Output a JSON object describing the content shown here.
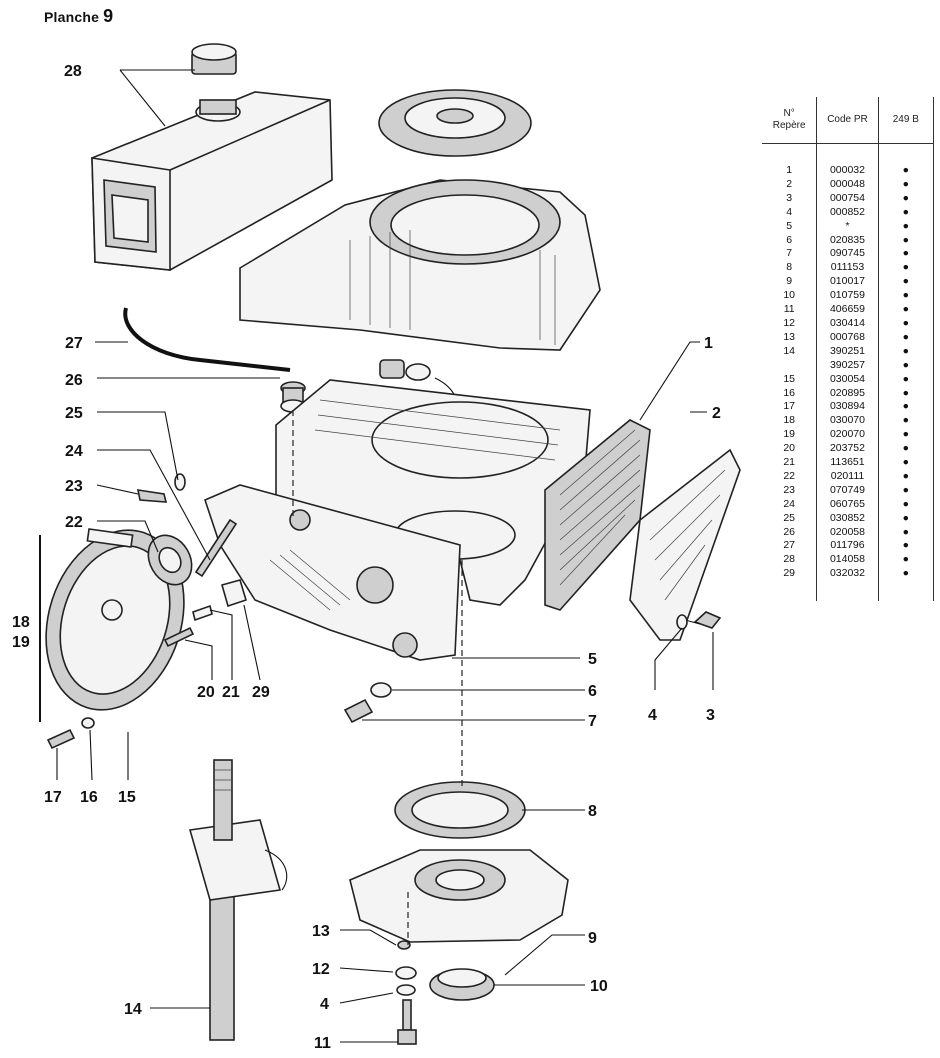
{
  "page": {
    "title": "Planche",
    "number": "9"
  },
  "table": {
    "headers": {
      "rep_line1": "N°",
      "rep_line2": "Repère",
      "code": "Code PR",
      "model": "249 B"
    },
    "rows": [
      {
        "rep": "1",
        "code": "000032",
        "mark": "●"
      },
      {
        "rep": "2",
        "code": "000048",
        "mark": "●"
      },
      {
        "rep": "3",
        "code": "000754",
        "mark": "●"
      },
      {
        "rep": "4",
        "code": "000852",
        "mark": "●"
      },
      {
        "rep": "5",
        "code": "*",
        "mark": "●"
      },
      {
        "rep": "6",
        "code": "020835",
        "mark": "●"
      },
      {
        "rep": "7",
        "code": "090745",
        "mark": "●"
      },
      {
        "rep": "8",
        "code": "011153",
        "mark": "●"
      },
      {
        "rep": "9",
        "code": "010017",
        "mark": "●"
      },
      {
        "rep": "10",
        "code": "010759",
        "mark": "●"
      },
      {
        "rep": "11",
        "code": "406659",
        "mark": "●"
      },
      {
        "rep": "12",
        "code": "030414",
        "mark": "●"
      },
      {
        "rep": "13",
        "code": "000768",
        "mark": "●"
      },
      {
        "rep": "14",
        "code": "390251",
        "mark": "●"
      },
      {
        "rep": "",
        "code": "390257",
        "mark": "●"
      },
      {
        "rep": "15",
        "code": "030054",
        "mark": "●"
      },
      {
        "rep": "16",
        "code": "020895",
        "mark": "●"
      },
      {
        "rep": "17",
        "code": "030894",
        "mark": "●"
      },
      {
        "rep": "18",
        "code": "030070",
        "mark": "●"
      },
      {
        "rep": "19",
        "code": "020070",
        "mark": "●"
      },
      {
        "rep": "20",
        "code": "203752",
        "mark": "●"
      },
      {
        "rep": "21",
        "code": "113651",
        "mark": "●"
      },
      {
        "rep": "22",
        "code": "020111",
        "mark": "●"
      },
      {
        "rep": "23",
        "code": "070749",
        "mark": "●"
      },
      {
        "rep": "24",
        "code": "060765",
        "mark": "●"
      },
      {
        "rep": "25",
        "code": "030852",
        "mark": "●"
      },
      {
        "rep": "26",
        "code": "020058",
        "mark": "●"
      },
      {
        "rep": "27",
        "code": "011796",
        "mark": "●"
      },
      {
        "rep": "28",
        "code": "014058",
        "mark": "●"
      },
      {
        "rep": "29",
        "code": "032032",
        "mark": "●"
      }
    ]
  },
  "callouts": {
    "c1": "1",
    "c2": "2",
    "c3": "3",
    "c4a": "4",
    "c4b": "4",
    "c5": "5",
    "c6": "6",
    "c7": "7",
    "c8": "8",
    "c9": "9",
    "c10": "10",
    "c11": "11",
    "c12": "12",
    "c13": "13",
    "c14": "14",
    "c15": "15",
    "c16": "16",
    "c17": "17",
    "c18": "18",
    "c19": "19",
    "c20": "20",
    "c21": "21",
    "c22": "22",
    "c23": "23",
    "c24": "24",
    "c25": "25",
    "c26": "26",
    "c27": "27",
    "c28": "28",
    "c29": "29"
  }
}
